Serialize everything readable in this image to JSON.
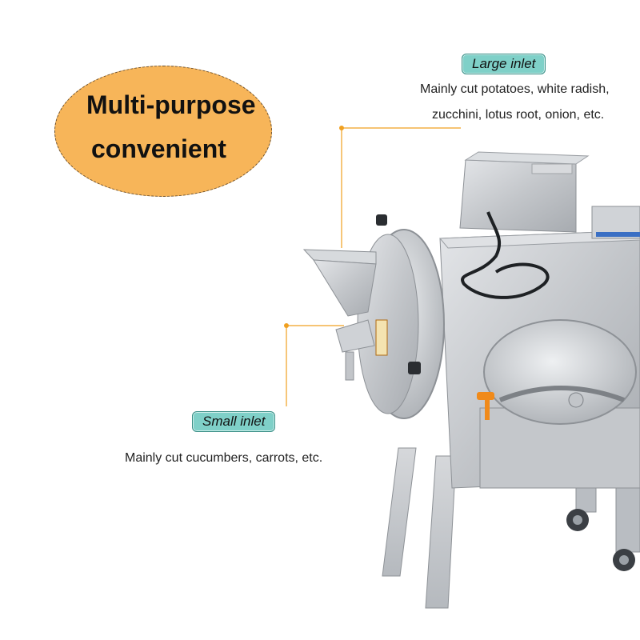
{
  "badge": {
    "line1": "Multi-purpose",
    "line2": "convenient",
    "color": "#f7b559"
  },
  "large_inlet": {
    "label": "Large inlet",
    "desc_line1": "Mainly cut potatoes, white radish,",
    "desc_line2": "zucchini, lotus root, onion, etc."
  },
  "small_inlet": {
    "label": "Small inlet",
    "desc": "Mainly cut cucumbers, carrots, etc."
  },
  "colors": {
    "tag_bg": "#7fd0c8",
    "leader": "#f0a020",
    "steel": "#c9ccd0"
  }
}
